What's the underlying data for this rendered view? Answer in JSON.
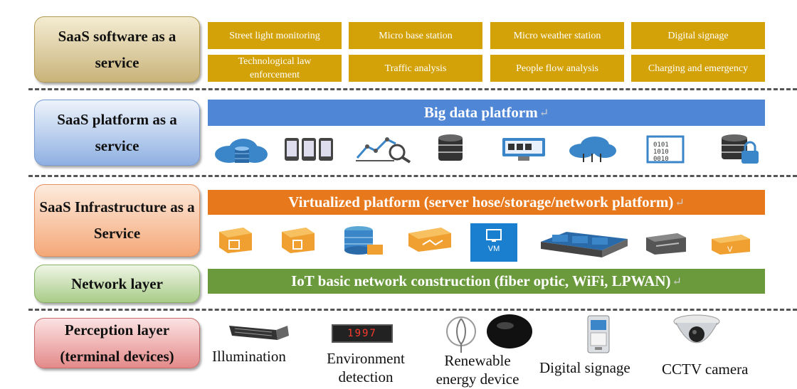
{
  "layers": {
    "saas": "SaaS software as a service",
    "paas": "SaaS platform as a service",
    "iaas": "SaaS Infrastructure as a Service",
    "network": "Network layer",
    "perception": "Perception layer (terminal devices)"
  },
  "saas_apps": {
    "a1": "Street light monitoring",
    "a2": "Micro base station",
    "a3": "Micro weather station",
    "a4": "Digital signage",
    "a5": "Technological law enforcement",
    "a6": "Traffic analysis",
    "a7": "People flow analysis",
    "a8": "Charging and emergency"
  },
  "bars": {
    "big_data": "Big data platform",
    "virtualized": "Virtualized platform (server hose/storage/network platform)",
    "network": "IoT basic network construction (fiber optic, WiFi, LPWAN)",
    "return_mark": "↵"
  },
  "iaas_icons": {
    "vm_label": "VM"
  },
  "devices": {
    "d1": "Illumination",
    "d2": "Environment detection",
    "d3": "Renewable energy device",
    "d4": "Digital signage",
    "d5": "CCTV camera",
    "display_reading": "1997"
  },
  "colors": {
    "gold": "#d3a208",
    "blue": "#4f86d6",
    "orange": "#e8781c",
    "green": "#6b9a3d"
  }
}
